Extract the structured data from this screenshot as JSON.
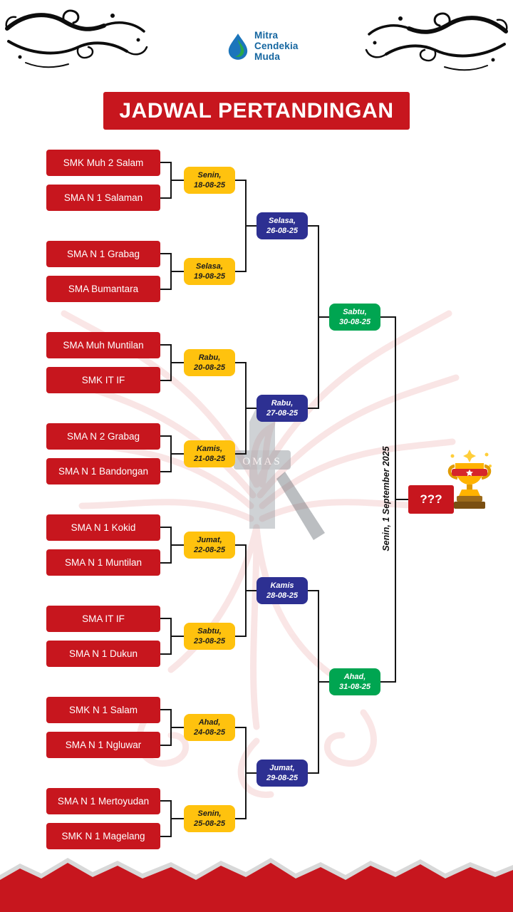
{
  "title": "JADWAL PERTANDINGAN",
  "logo": {
    "lines": [
      "Mitra",
      "Cendekia",
      "Muda"
    ]
  },
  "colors": {
    "red": "#C7161E",
    "yellow": "#FFC20E",
    "blue": "#2D3092",
    "green": "#00A551"
  },
  "watermark": {
    "fragment": "OMAS"
  },
  "bracket": {
    "matches": [
      {
        "team_a": "SMK Muh 2 Salam",
        "team_b": "SMA N 1 Salaman",
        "day": "Senin,",
        "date": "18-08-25"
      },
      {
        "team_a": "SMA N 1 Grabag",
        "team_b": "SMA Bumantara",
        "day": "Selasa,",
        "date": "19-08-25"
      },
      {
        "team_a": "SMA Muh Muntilan",
        "team_b": "SMK IT IF",
        "day": "Rabu,",
        "date": "20-08-25"
      },
      {
        "team_a": "SMA N 2 Grabag",
        "team_b": "SMA N 1 Bandongan",
        "day": "Kamis,",
        "date": "21-08-25"
      },
      {
        "team_a": "SMA N 1 Kokid",
        "team_b": "SMA N 1 Muntilan",
        "day": "Jumat,",
        "date": "22-08-25"
      },
      {
        "team_a": "SMA IT IF",
        "team_b": "SMA N 1 Dukun",
        "day": "Sabtu,",
        "date": "23-08-25"
      },
      {
        "team_a": "SMK N 1 Salam",
        "team_b": "SMA N 1 Ngluwar",
        "day": "Ahad,",
        "date": "24-08-25"
      },
      {
        "team_a": "SMA N 1 Mertoyudan",
        "team_b": "SMK N 1 Magelang",
        "day": "Senin,",
        "date": "25-08-25"
      }
    ],
    "quarterfinals": [
      {
        "day": "Selasa,",
        "date": "26-08-25"
      },
      {
        "day": "Rabu,",
        "date": "27-08-25"
      },
      {
        "day": "Kamis",
        "date": "28-08-25"
      },
      {
        "day": "Jumat,",
        "date": "29-08-25"
      }
    ],
    "semifinals": [
      {
        "day": "Sabtu,",
        "date": "30-08-25"
      },
      {
        "day": "Ahad,",
        "date": "31-08-25"
      }
    ],
    "final": {
      "schedule": "Senin, 1 September 2025",
      "winner": "???"
    }
  }
}
